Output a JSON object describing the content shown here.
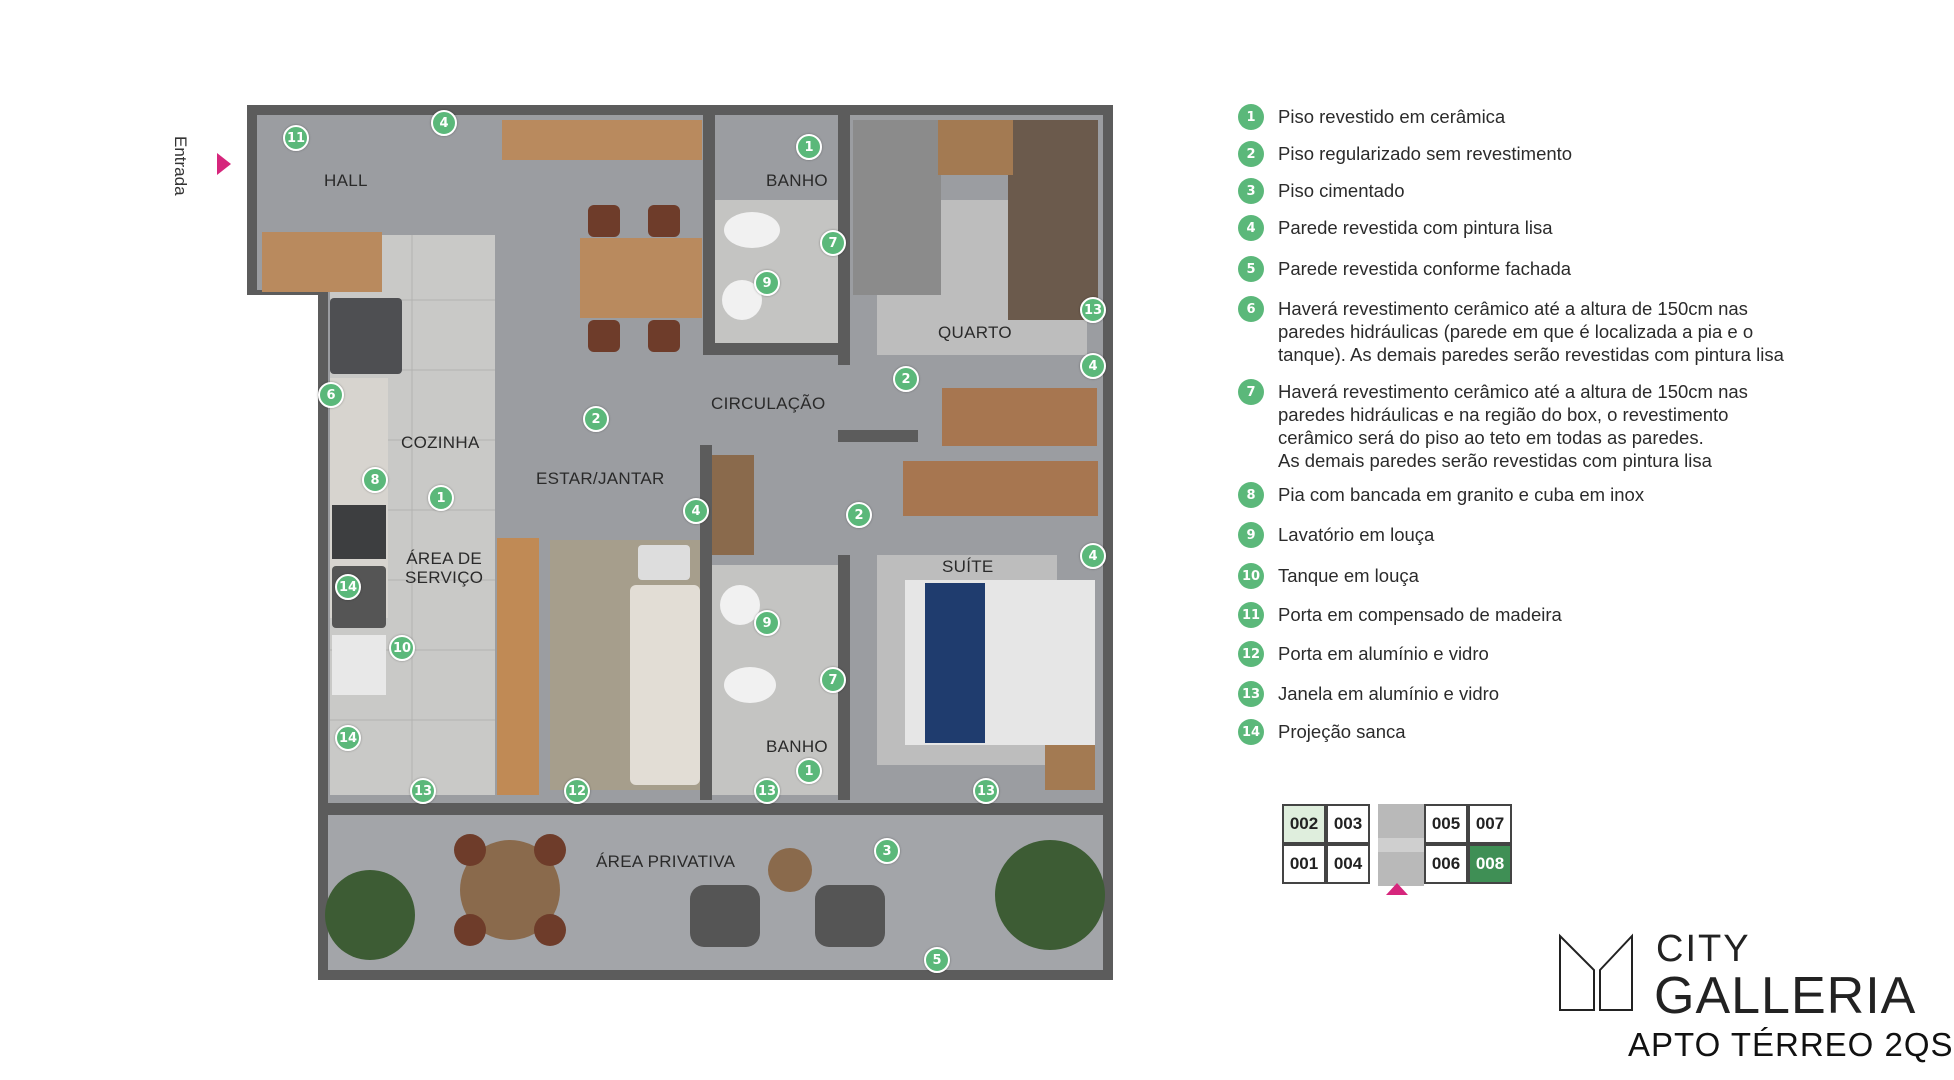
{
  "colors": {
    "marker_green": "#5bb87a",
    "entrance_arrow": "#d6267c",
    "wall": "#5c5c5c",
    "floor": "#9a9ca0",
    "unit_selected": "#3f8f55",
    "unit_adjacent": "#dfeedd"
  },
  "plan": {
    "entrance_label": "Entrada",
    "rooms": {
      "hall": "HALL",
      "banho_top": "BANHO",
      "quarto": "QUARTO",
      "circulacao": "CIRCULAÇÃO",
      "cozinha": "COZINHA",
      "estar_jantar": "ESTAR/JANTAR",
      "area_servico_1": "ÁREA DE",
      "area_servico_2": "SERVIÇO",
      "suite": "SUÍTE",
      "banho_bottom": "BANHO",
      "area_privativa": "ÁREA PRIVATIVA"
    },
    "markers": [
      {
        "id": "m-hall-11",
        "num": "11"
      },
      {
        "id": "m-hall-4",
        "num": "4"
      },
      {
        "id": "m-banho-1",
        "num": "1"
      },
      {
        "id": "m-banho-7",
        "num": "7"
      },
      {
        "id": "m-banho-9",
        "num": "9"
      },
      {
        "id": "m-quarto-13",
        "num": "13"
      },
      {
        "id": "m-quarto-4",
        "num": "4"
      },
      {
        "id": "m-circ-2",
        "num": "2"
      },
      {
        "id": "m-coz-6",
        "num": "6"
      },
      {
        "id": "m-estar-2",
        "num": "2"
      },
      {
        "id": "m-coz-8",
        "num": "8"
      },
      {
        "id": "m-coz-1",
        "num": "1"
      },
      {
        "id": "m-wall-4",
        "num": "4"
      },
      {
        "id": "m-circ2-2",
        "num": "2"
      },
      {
        "id": "m-suite-4",
        "num": "4"
      },
      {
        "id": "m-serv-14",
        "num": "14"
      },
      {
        "id": "m-banho2-9",
        "num": "9"
      },
      {
        "id": "m-serv-10",
        "num": "10"
      },
      {
        "id": "m-banho2-7",
        "num": "7"
      },
      {
        "id": "m-serv2-14",
        "num": "14"
      },
      {
        "id": "m-banho2-1",
        "num": "1"
      },
      {
        "id": "m-coz-13",
        "num": "13"
      },
      {
        "id": "m-estar-12",
        "num": "12"
      },
      {
        "id": "m-banho2-13",
        "num": "13"
      },
      {
        "id": "m-suite-13",
        "num": "13"
      },
      {
        "id": "m-priv-3",
        "num": "3"
      },
      {
        "id": "m-priv-5",
        "num": "5"
      }
    ]
  },
  "legend": [
    {
      "num": "1",
      "text": "Piso revestido em cerâmica"
    },
    {
      "num": "2",
      "text": "Piso regularizado sem revestimento"
    },
    {
      "num": "3",
      "text": "Piso cimentado"
    },
    {
      "num": "4",
      "text": "Parede revestida com pintura lisa"
    },
    {
      "num": "5",
      "text": "Parede revestida conforme fachada"
    },
    {
      "num": "6",
      "text": "Haverá revestimento cerâmico até a altura de 150cm nas\nparedes hidráulicas (parede em que é localizada a pia e o\ntanque). As demais paredes serão revestidas com pintura lisa"
    },
    {
      "num": "7",
      "text": "Haverá revestimento cerâmico até a altura de 150cm nas\nparedes hidráulicas e na região do box, o revestimento\ncerâmico será do piso ao teto em todas as paredes.\nAs demais paredes serão revestidas com pintura lisa"
    },
    {
      "num": "8",
      "text": "Pia com bancada em granito e cuba em inox"
    },
    {
      "num": "9",
      "text": "Lavatório em louça"
    },
    {
      "num": "10",
      "text": "Tanque em louça"
    },
    {
      "num": "11",
      "text": "Porta em compensado de madeira"
    },
    {
      "num": "12",
      "text": "Porta em alumínio e vidro"
    },
    {
      "num": "13",
      "text": "Janela em alumínio e vidro"
    },
    {
      "num": "14",
      "text": "Projeção sanca"
    }
  ],
  "keyplan": {
    "units": [
      {
        "label": "002",
        "state": "adjacent"
      },
      {
        "label": "003",
        "state": "normal"
      },
      {
        "label": "005",
        "state": "normal"
      },
      {
        "label": "007",
        "state": "normal"
      },
      {
        "label": "001",
        "state": "normal"
      },
      {
        "label": "004",
        "state": "normal"
      },
      {
        "label": "006",
        "state": "normal"
      },
      {
        "label": "008",
        "state": "selected"
      }
    ]
  },
  "brand": {
    "line1": "CITY",
    "line2": "GALLERIA",
    "subtitle": "APTO TÉRREO 2QS"
  }
}
